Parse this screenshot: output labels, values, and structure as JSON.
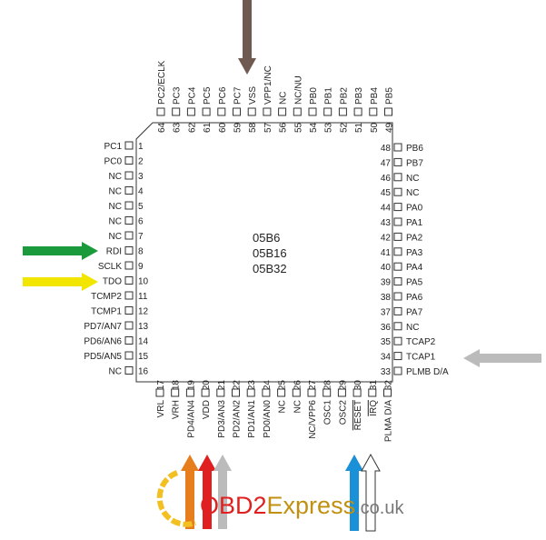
{
  "chip": {
    "part_numbers": [
      "05B6",
      "05B16",
      "05B32"
    ]
  },
  "pins": {
    "left": [
      [
        "1",
        "PC1"
      ],
      [
        "2",
        "PC0"
      ],
      [
        "3",
        "NC"
      ],
      [
        "4",
        "NC"
      ],
      [
        "5",
        "NC"
      ],
      [
        "6",
        "NC"
      ],
      [
        "7",
        "NC"
      ],
      [
        "8",
        "RDI"
      ],
      [
        "9",
        "SCLK"
      ],
      [
        "10",
        "TDO"
      ],
      [
        "11",
        "TCMP2"
      ],
      [
        "12",
        "TCMP1"
      ],
      [
        "13",
        "PD7/AN7"
      ],
      [
        "14",
        "PD6/AN6"
      ],
      [
        "15",
        "PD5/AN5"
      ],
      [
        "16",
        "NC"
      ]
    ],
    "bottom": [
      [
        "17",
        "VRL"
      ],
      [
        "18",
        "VRH"
      ],
      [
        "19",
        "PD4/AN4"
      ],
      [
        "20",
        "VDD"
      ],
      [
        "21",
        "PD3/AN3"
      ],
      [
        "22",
        "PD2/AN2"
      ],
      [
        "23",
        "PD1/AN1"
      ],
      [
        "24",
        "PD0/AN0"
      ],
      [
        "25",
        "NC"
      ],
      [
        "26",
        "NC"
      ],
      [
        "27",
        "NC/VPP6"
      ],
      [
        "28",
        "OSC1"
      ],
      [
        "29",
        "OSC2"
      ],
      [
        "30",
        "RESET"
      ],
      [
        "31",
        "IRQ"
      ],
      [
        "32",
        "PLMA D/A"
      ]
    ],
    "right": [
      [
        "48",
        "PB6"
      ],
      [
        "47",
        "PB7"
      ],
      [
        "46",
        "NC"
      ],
      [
        "45",
        "NC"
      ],
      [
        "44",
        "PA0"
      ],
      [
        "43",
        "PA1"
      ],
      [
        "42",
        "PA2"
      ],
      [
        "41",
        "PA3"
      ],
      [
        "40",
        "PA4"
      ],
      [
        "39",
        "PA5"
      ],
      [
        "38",
        "PA6"
      ],
      [
        "37",
        "PA7"
      ],
      [
        "36",
        "NC"
      ],
      [
        "35",
        "TCAP2"
      ],
      [
        "34",
        "TCAP1"
      ],
      [
        "33",
        "PLMB D/A"
      ]
    ],
    "top": [
      [
        "64",
        "PC2/ECLK"
      ],
      [
        "63",
        "PC3"
      ],
      [
        "62",
        "PC4"
      ],
      [
        "61",
        "PC5"
      ],
      [
        "60",
        "PC6"
      ],
      [
        "59",
        "PC7"
      ],
      [
        "58",
        "VSS"
      ],
      [
        "57",
        "VPP1/NC"
      ],
      [
        "56",
        "NC"
      ],
      [
        "55",
        "NC/NU"
      ],
      [
        "54",
        "PB0"
      ],
      [
        "53",
        "PB1"
      ],
      [
        "52",
        "PB2"
      ],
      [
        "51",
        "PB3"
      ],
      [
        "50",
        "PB4"
      ],
      [
        "49",
        "PB5"
      ]
    ]
  },
  "arrows": [
    {
      "name": "vss-arrow",
      "pin": "VSS",
      "color": "#6e5a50"
    },
    {
      "name": "rdi-arrow",
      "pin": "RDI",
      "color": "#1a9a3a"
    },
    {
      "name": "tdo-arrow",
      "pin": "TDO",
      "color": "#f2e600"
    },
    {
      "name": "tcap1-arrow",
      "pin": "TCAP1",
      "color": "#bbbbbb"
    },
    {
      "name": "pd4-arrow",
      "pin": "PD4/AN4",
      "color": "#e67e1e"
    },
    {
      "name": "vdd-arrow",
      "pin": "VDD",
      "color": "#e02020"
    },
    {
      "name": "pd3-arrow",
      "pin": "PD3/AN3",
      "color": "#bbbbbb"
    },
    {
      "name": "reset-arrow",
      "pin": "RESET",
      "color": "#1a90d8"
    },
    {
      "name": "irq-arrow",
      "pin": "IRQ",
      "color": "#ffffff"
    }
  ],
  "watermark": {
    "obd2": "OBD2",
    "express": "Express",
    "domain": ".co.uk"
  }
}
